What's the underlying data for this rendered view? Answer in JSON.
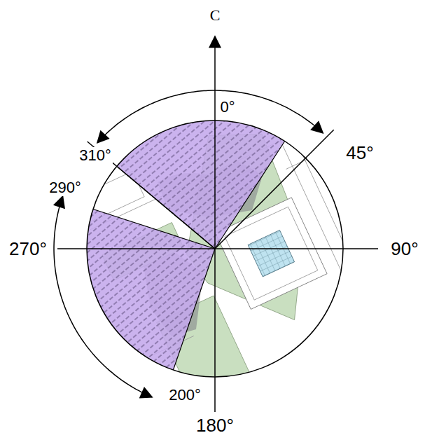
{
  "diagram": {
    "labels": [
      "C",
      "0°",
      "45°",
      "90°",
      "180°",
      "270°",
      "290°",
      "310°",
      "200°"
    ]
  }
}
